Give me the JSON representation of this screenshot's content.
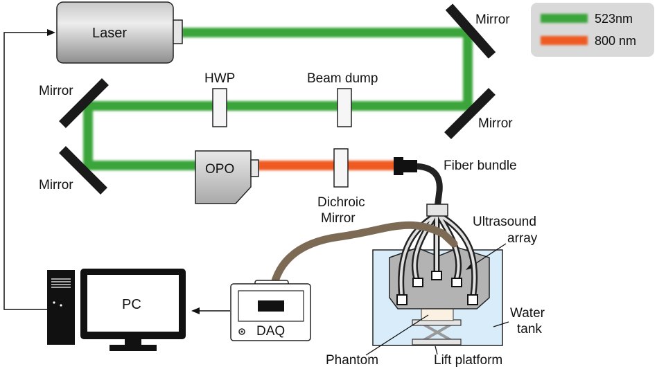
{
  "labels": {
    "laser": "Laser",
    "mirror_top_right": "Mirror",
    "mirror_mid_left": "Mirror",
    "mirror_mid_right": "Mirror",
    "mirror_low_left": "Mirror",
    "hwp": "HWP",
    "beam_dump": "Beam dump",
    "opo": "OPO",
    "fiber_bundle": "Fiber bundle",
    "dichroic_line1": "Dichroic",
    "dichroic_line2": "Mirror",
    "ultrasound_line1": "Ultrasound",
    "ultrasound_line2": "array",
    "water_line1": "Water",
    "water_line2": "tank",
    "phantom": "Phantom",
    "lift_platform": "Lift platform",
    "pc": "PC",
    "daq": "DAQ"
  },
  "legend": [
    {
      "label": "523nm",
      "color": "#3aa53a"
    },
    {
      "label": "800 nm",
      "color": "#ef5a22"
    }
  ],
  "colors": {
    "green_beam": "#3aa53a",
    "red_beam": "#ef5a22",
    "water": "#d8ecfa",
    "cable": "#7c6a55"
  }
}
